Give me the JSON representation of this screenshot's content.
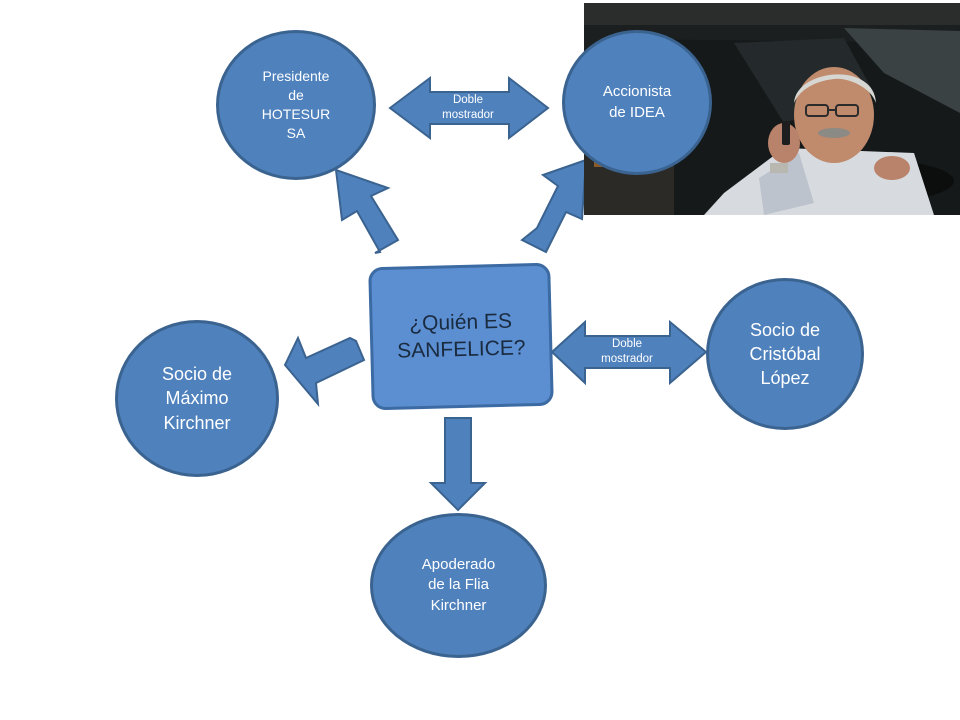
{
  "center": {
    "title_line1": "¿Quién ES",
    "title_line2": "SANFELICE?"
  },
  "nodes": {
    "hotesur": [
      "Presidente",
      "de",
      "HOTESUR",
      "SA"
    ],
    "idea": [
      "Accionista",
      "de IDEA"
    ],
    "maximo": [
      "Socio de",
      "Máximo",
      "Kirchner"
    ],
    "cristobal": [
      "Socio de",
      "Cristóbal",
      "López"
    ],
    "apoderado": [
      "Apoderado",
      "de la Flia",
      "Kirchner"
    ]
  },
  "double_arrows": {
    "top": [
      "Doble",
      "mostrador"
    ],
    "right": [
      "Doble",
      "mostrador"
    ]
  },
  "colors": {
    "node_fill": "#4f81bd",
    "node_stroke": "#3b6390",
    "center_fill": "#5b8fd1",
    "center_text": "#1a2a3f"
  }
}
